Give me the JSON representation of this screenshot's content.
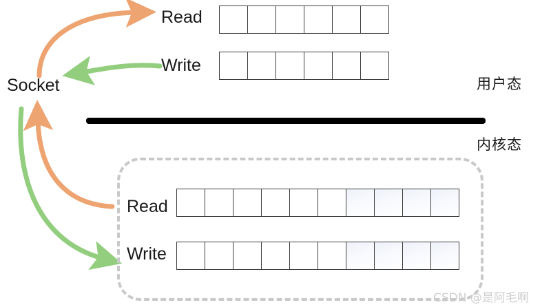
{
  "diagram": {
    "title": "Socket buffer user space and kernel space diagram",
    "colors": {
      "orange_arrow": "#eda471",
      "green_arrow": "#92ce7e",
      "separator": "#000000",
      "dashed_box": "#c9c9c9",
      "cell_border": "#3c3c3c",
      "shaded_cell": "#eef1f8",
      "text": "#1a1a1a",
      "watermark": "#cfcfcf"
    },
    "socket": {
      "label": "Socket"
    },
    "user_space": {
      "region_label": "用户态",
      "read": {
        "label": "Read",
        "cell_count": 6,
        "shaded_from": 6
      },
      "write": {
        "label": "Write",
        "cell_count": 6,
        "shaded_from": 6
      }
    },
    "kernel_space": {
      "region_label": "内核态",
      "read": {
        "label": "Read",
        "cell_count": 10,
        "shaded_from": 6
      },
      "write": {
        "label": "Write",
        "cell_count": 10,
        "shaded_from": 6
      }
    },
    "arrows": [
      {
        "name": "socket-to-user-read",
        "color": "#eda471",
        "direction": "up-right",
        "from": "Socket",
        "to": "Read"
      },
      {
        "name": "user-write-to-socket",
        "color": "#92ce7e",
        "direction": "left",
        "from": "Write",
        "to": "Socket"
      },
      {
        "name": "kernel-read-to-socket",
        "color": "#eda471",
        "direction": "up-left",
        "from": "Read",
        "to": "Socket"
      },
      {
        "name": "socket-to-kernel-write",
        "color": "#92ce7e",
        "direction": "down-right",
        "from": "Socket",
        "to": "Write"
      }
    ],
    "watermark": {
      "text": "CSDN @是阿毛啊"
    }
  }
}
